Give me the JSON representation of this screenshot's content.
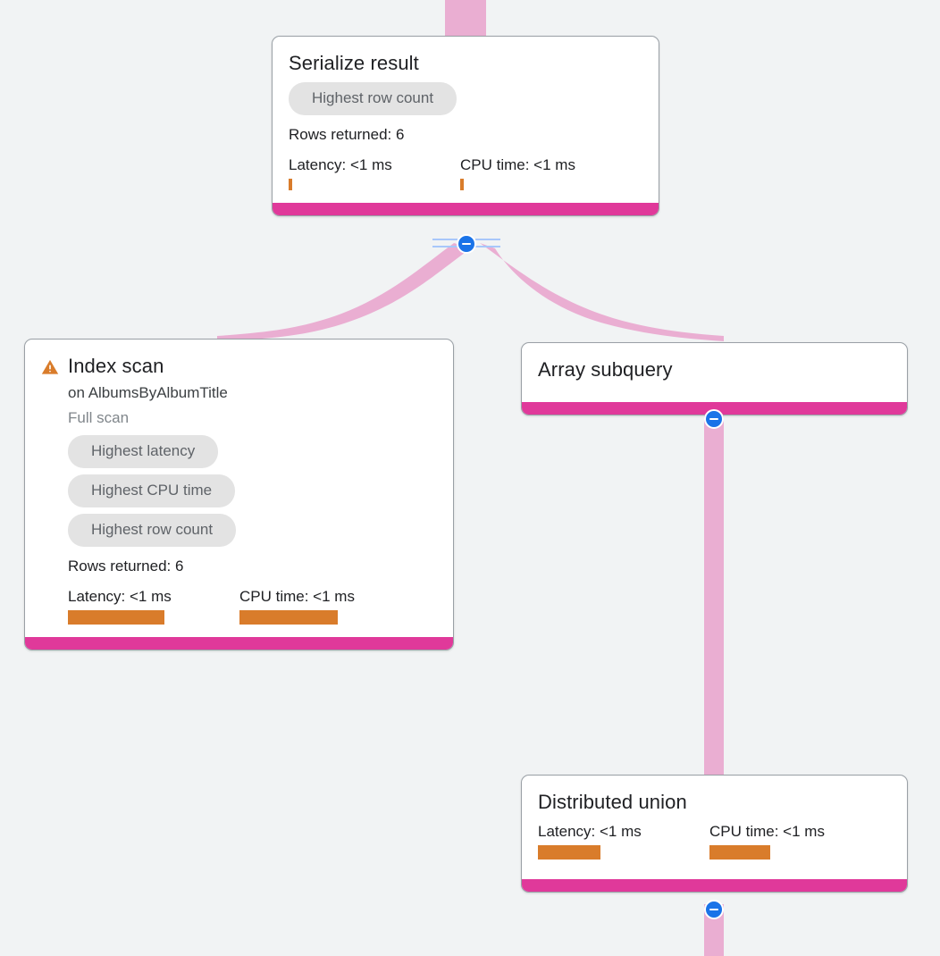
{
  "canvas": {
    "background": "#f1f3f4",
    "accent_pink": "#e0399a",
    "edge_pink": "#eaaed2",
    "accent_orange": "#d97c2b",
    "toggle_blue": "#1a73e8",
    "rail_blue": "#a8c7fa",
    "chip_bg": "#e3e3e3",
    "chip_text": "#5f6368"
  },
  "nodes": {
    "serialize_result": {
      "title": "Serialize result",
      "chips": [
        "Highest row count"
      ],
      "rows_returned": "Rows returned: 6",
      "latency_label": "Latency: <1 ms",
      "cpu_label": "CPU time: <1 ms",
      "latency_bar_width": 4,
      "cpu_bar_width": 4
    },
    "index_scan": {
      "title": "Index scan",
      "warning_icon": "warning-triangle-icon",
      "subtitle": "on AlbumsByAlbumTitle",
      "scan_type": "Full scan",
      "chips": [
        "Highest latency",
        "Highest CPU time",
        "Highest row count"
      ],
      "rows_returned": "Rows returned: 6",
      "latency_label": "Latency: <1 ms",
      "cpu_label": "CPU time: <1 ms",
      "latency_bar_width": 108,
      "cpu_bar_width": 110
    },
    "array_subquery": {
      "title": "Array subquery"
    },
    "distributed_union": {
      "title": "Distributed union",
      "latency_label": "Latency: <1 ms",
      "cpu_label": "CPU time: <1 ms",
      "latency_bar_width": 70,
      "cpu_bar_width": 68
    }
  },
  "toggles": {
    "serialize_result_collapse": "collapse-toggle-icon",
    "array_subquery_collapse": "collapse-toggle-icon",
    "distributed_union_collapse": "collapse-toggle-icon"
  }
}
